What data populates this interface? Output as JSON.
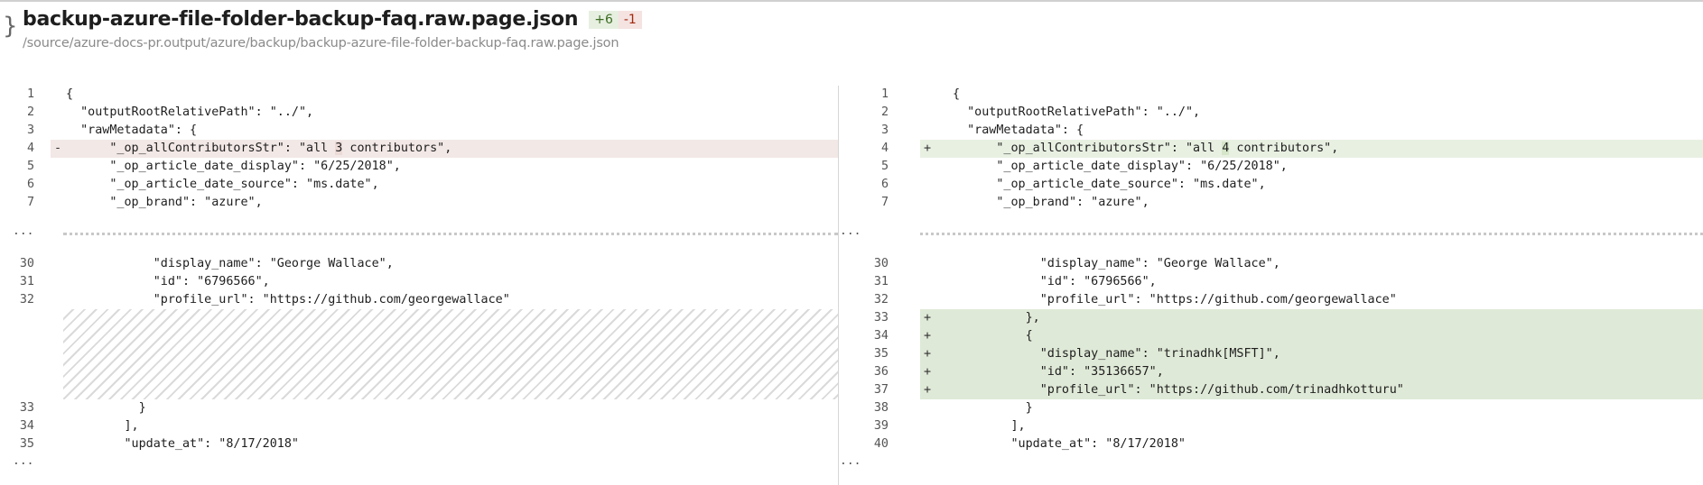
{
  "header": {
    "icon": "json-brace-icon",
    "icon_glyph": "}",
    "title": "backup-azure-file-folder-backup-faq.raw.page.json",
    "additions": "+6",
    "deletions": "-1",
    "path": "/source/azure-docs-pr.output/azure/backup/backup-azure-file-folder-backup-faq.raw.page.json"
  },
  "colors": {
    "deleted_bg": "#f2e8e6",
    "added_bg": "#dfe9d7",
    "added_badge": "#3c6e22",
    "deleted_badge": "#a1260d"
  },
  "ellipsis": "...",
  "left": [
    {
      "type": "line",
      "num": "1",
      "marker": "",
      "text": "{"
    },
    {
      "type": "line",
      "num": "2",
      "marker": "",
      "text": "  \"outputRootRelativePath\": \"../\","
    },
    {
      "type": "line",
      "num": "3",
      "marker": "",
      "text": "  \"rawMetadata\": {"
    },
    {
      "type": "line",
      "num": "4",
      "marker": "-",
      "change": "del",
      "text": "      \"_op_allContributorsStr\": \"all ",
      "hl": "3",
      "after": " contributors\","
    },
    {
      "type": "line",
      "num": "5",
      "marker": "",
      "text": "      \"_op_article_date_display\": \"6/25/2018\","
    },
    {
      "type": "line",
      "num": "6",
      "marker": "",
      "text": "      \"_op_article_date_source\": \"ms.date\","
    },
    {
      "type": "line",
      "num": "7",
      "marker": "",
      "text": "      \"_op_brand\": \"azure\","
    },
    {
      "type": "ellipsis"
    },
    {
      "type": "line",
      "num": "30",
      "marker": "",
      "text": "            \"display_name\": \"George Wallace\","
    },
    {
      "type": "line",
      "num": "31",
      "marker": "",
      "text": "            \"id\": \"6796566\","
    },
    {
      "type": "line",
      "num": "32",
      "marker": "",
      "text": "            \"profile_url\": \"https://github.com/georgewallace\""
    },
    {
      "type": "placeholder"
    },
    {
      "type": "line",
      "num": "33",
      "marker": "",
      "text": "          }"
    },
    {
      "type": "line",
      "num": "34",
      "marker": "",
      "text": "        ],"
    },
    {
      "type": "line",
      "num": "35",
      "marker": "",
      "text": "        \"update_at\": \"8/17/2018\""
    },
    {
      "type": "ellipsis",
      "end": true
    }
  ],
  "right": [
    {
      "type": "line",
      "num": "1",
      "marker": "",
      "text": "{"
    },
    {
      "type": "line",
      "num": "2",
      "marker": "",
      "text": "  \"outputRootRelativePath\": \"../\","
    },
    {
      "type": "line",
      "num": "3",
      "marker": "",
      "text": "  \"rawMetadata\": {"
    },
    {
      "type": "line",
      "num": "4",
      "marker": "+",
      "change": "add",
      "text": "      \"_op_allContributorsStr\": \"all ",
      "hl": "4",
      "after": " contributors\","
    },
    {
      "type": "line",
      "num": "5",
      "marker": "",
      "text": "      \"_op_article_date_display\": \"6/25/2018\","
    },
    {
      "type": "line",
      "num": "6",
      "marker": "",
      "text": "      \"_op_article_date_source\": \"ms.date\","
    },
    {
      "type": "line",
      "num": "7",
      "marker": "",
      "text": "      \"_op_brand\": \"azure\","
    },
    {
      "type": "ellipsis"
    },
    {
      "type": "line",
      "num": "30",
      "marker": "",
      "text": "            \"display_name\": \"George Wallace\","
    },
    {
      "type": "line",
      "num": "31",
      "marker": "",
      "text": "            \"id\": \"6796566\","
    },
    {
      "type": "line",
      "num": "32",
      "marker": "",
      "text": "            \"profile_url\": \"https://github.com/georgewallace\""
    },
    {
      "type": "line",
      "num": "33",
      "marker": "+",
      "change": "add2",
      "text": "          },"
    },
    {
      "type": "line",
      "num": "34",
      "marker": "+",
      "change": "add2",
      "text": "          {"
    },
    {
      "type": "line",
      "num": "35",
      "marker": "+",
      "change": "add2",
      "text": "            \"display_name\": \"trinadhk[MSFT]\","
    },
    {
      "type": "line",
      "num": "36",
      "marker": "+",
      "change": "add2",
      "text": "            \"id\": \"35136657\","
    },
    {
      "type": "line",
      "num": "37",
      "marker": "+",
      "change": "add2",
      "text": "            \"profile_url\": \"https://github.com/trinadhkotturu\""
    },
    {
      "type": "line",
      "num": "38",
      "marker": "",
      "text": "          }"
    },
    {
      "type": "line",
      "num": "39",
      "marker": "",
      "text": "        ],"
    },
    {
      "type": "line",
      "num": "40",
      "marker": "",
      "text": "        \"update_at\": \"8/17/2018\""
    },
    {
      "type": "ellipsis",
      "end": true
    }
  ]
}
